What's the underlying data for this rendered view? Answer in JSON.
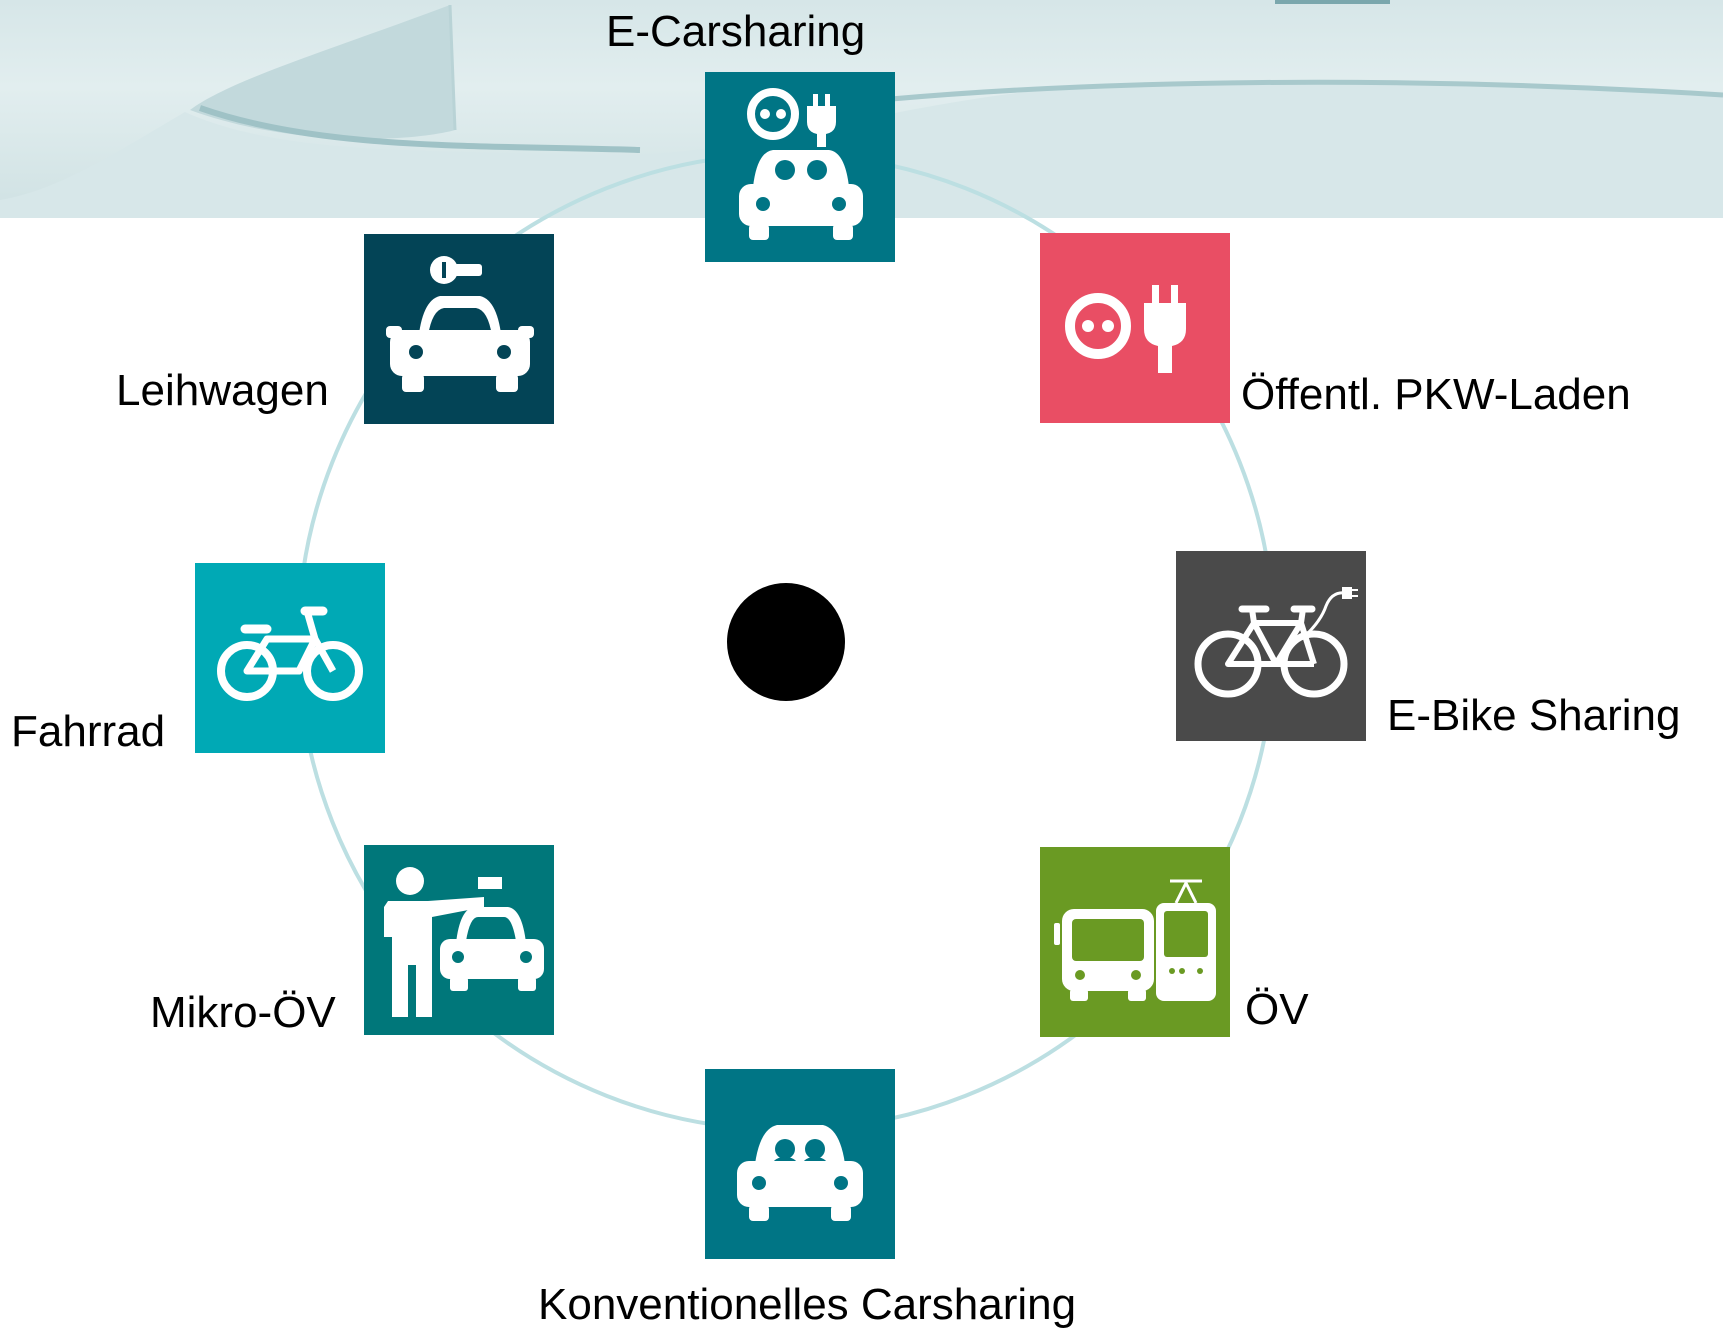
{
  "colors": {
    "ring": "#bcdfe2",
    "teal_dark": "#007585",
    "navy": "#034456",
    "coral": "#e94e64",
    "gray": "#4a4a4a",
    "cyan": "#00a9b5",
    "green_teal": "#00777a",
    "green": "#6a9a23",
    "center_dot": "#000000",
    "icon": "#ffffff"
  },
  "nodes": {
    "e_carsharing": {
      "label": "E-Carsharing",
      "icon": "car-charging-icon"
    },
    "oeffentl_laden": {
      "label": "Öffentl. PKW-Laden",
      "icon": "socket-plug-icon"
    },
    "e_bike_sharing": {
      "label": "E-Bike Sharing",
      "icon": "e-bike-icon"
    },
    "oev": {
      "label": "ÖV",
      "icon": "bus-tram-icon"
    },
    "konv_carsharing": {
      "label": "Konventionelles Carsharing",
      "icon": "shared-car-icon"
    },
    "mikro_oev": {
      "label": "Mikro-ÖV",
      "icon": "person-taxi-icon"
    },
    "fahrrad": {
      "label": "Fahrrad",
      "icon": "bicycle-icon"
    },
    "leihwagen": {
      "label": "Leihwagen",
      "icon": "rental-car-key-icon"
    }
  }
}
